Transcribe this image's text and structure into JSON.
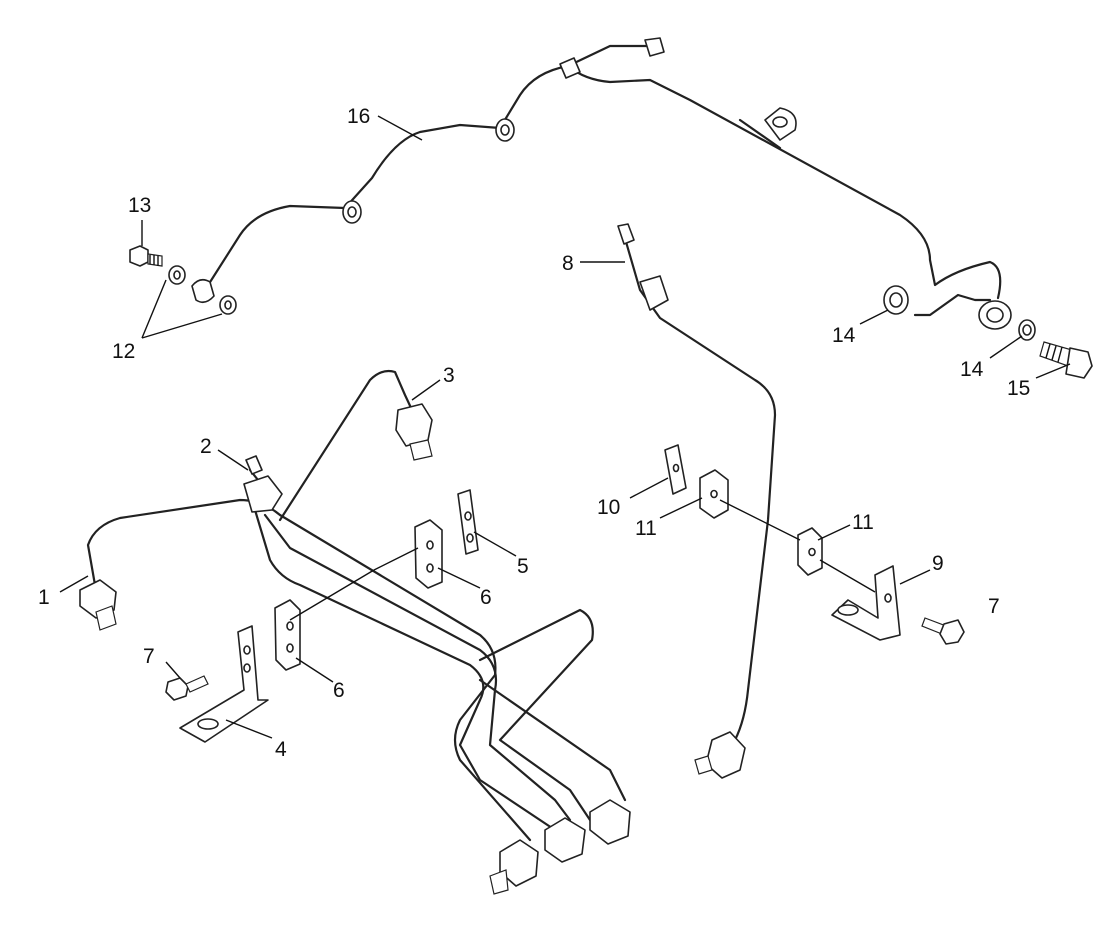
{
  "callouts": [
    {
      "id": "c1",
      "label": "1"
    },
    {
      "id": "c2",
      "label": "2"
    },
    {
      "id": "c3",
      "label": "3"
    },
    {
      "id": "c4",
      "label": "4"
    },
    {
      "id": "c5",
      "label": "5"
    },
    {
      "id": "c6a",
      "label": "6"
    },
    {
      "id": "c6b",
      "label": "6"
    },
    {
      "id": "c7a",
      "label": "7"
    },
    {
      "id": "c7b",
      "label": "7"
    },
    {
      "id": "c8",
      "label": "8"
    },
    {
      "id": "c9",
      "label": "9"
    },
    {
      "id": "c10",
      "label": "10"
    },
    {
      "id": "c11a",
      "label": "11"
    },
    {
      "id": "c11b",
      "label": "11"
    },
    {
      "id": "c12",
      "label": "12"
    },
    {
      "id": "c13",
      "label": "13"
    },
    {
      "id": "c14a",
      "label": "14"
    },
    {
      "id": "c14b",
      "label": "14"
    },
    {
      "id": "c15",
      "label": "15"
    },
    {
      "id": "c16",
      "label": "16"
    }
  ]
}
